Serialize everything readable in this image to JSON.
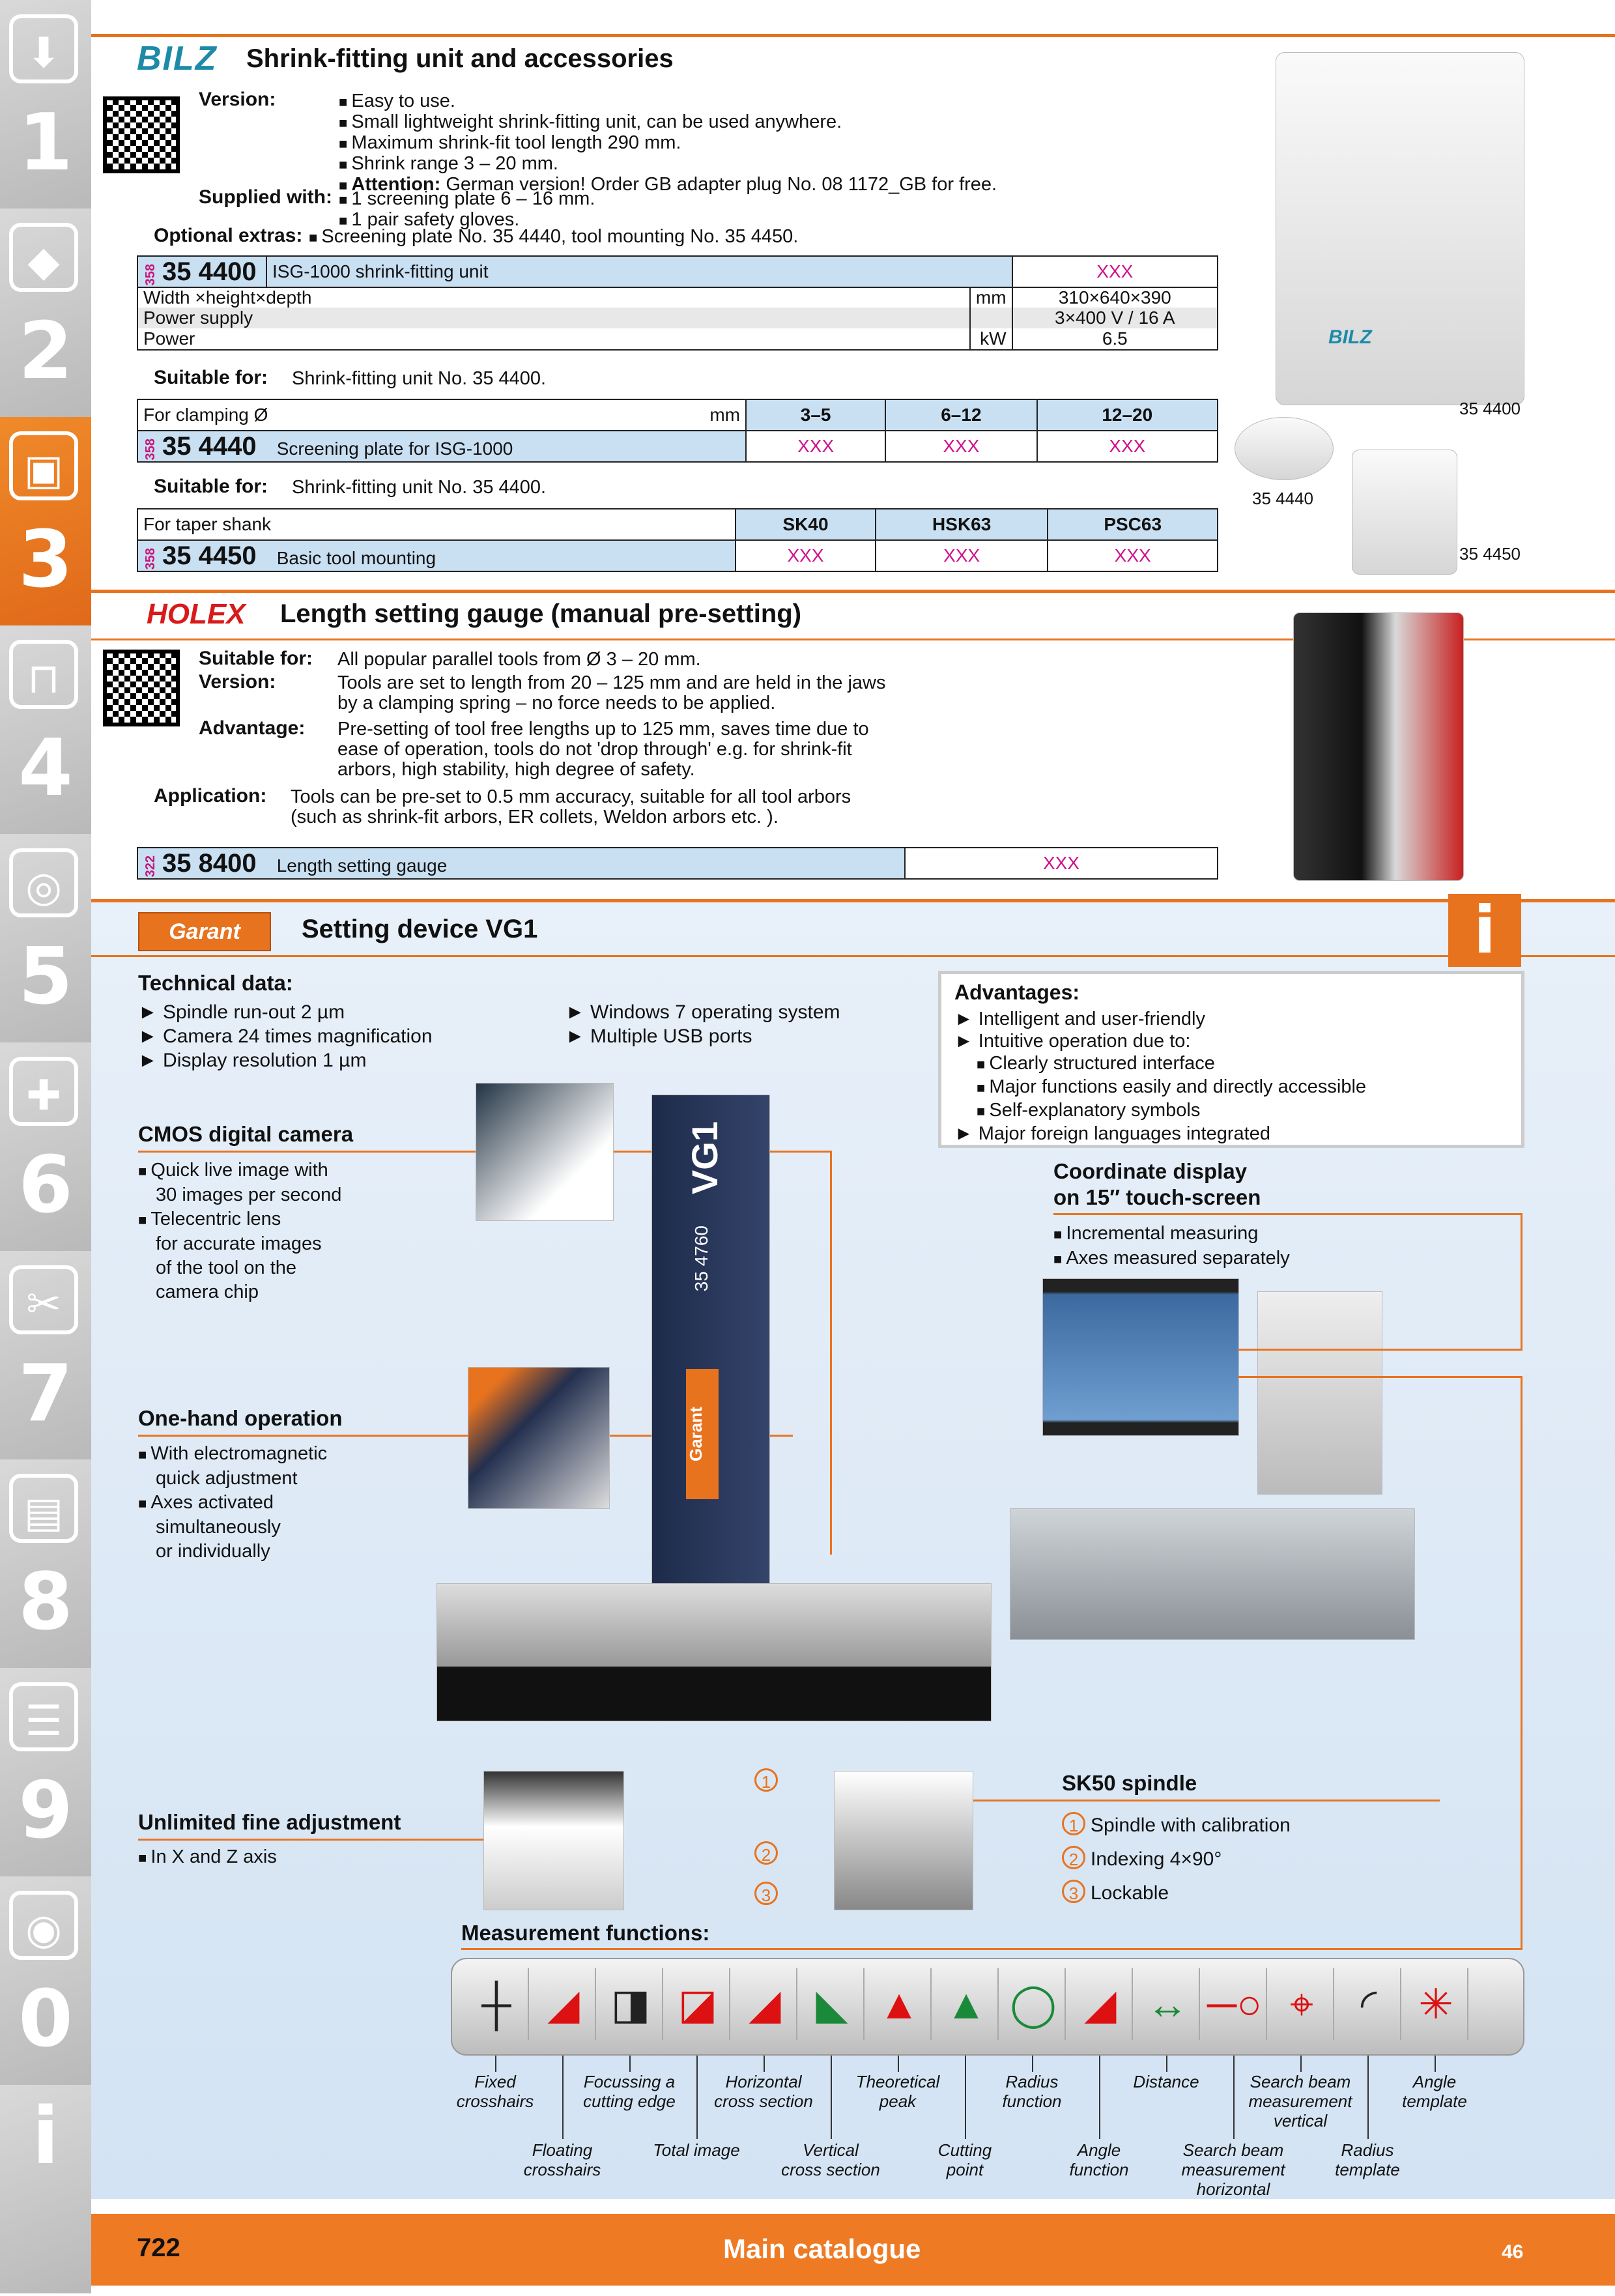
{
  "tabs": [
    {
      "num": "1",
      "icon": "drill-icon"
    },
    {
      "num": "2",
      "icon": "insert-icon"
    },
    {
      "num": "3",
      "icon": "tool-holder-icon",
      "active": true
    },
    {
      "num": "4",
      "icon": "caliper-icon"
    },
    {
      "num": "5",
      "icon": "saw-blade-icon"
    },
    {
      "num": "6",
      "icon": "wrench-icon"
    },
    {
      "num": "7",
      "icon": "pliers-icon"
    },
    {
      "num": "8",
      "icon": "tool-case-icon"
    },
    {
      "num": "9",
      "icon": "cabinet-icon"
    },
    {
      "num": "0",
      "icon": "safety-glasses-icon"
    },
    {
      "num": "i",
      "icon": "info-icon"
    }
  ],
  "bilz": {
    "brand": "BILZ",
    "title": "Shrink-fitting unit and accessories",
    "version_label": "Version:",
    "version_items": [
      "Easy to use.",
      "Small lightweight shrink-fitting unit, can be used anywhere.",
      "Maximum shrink-fit tool length 290 mm.",
      "Shrink range 3 – 20 mm."
    ],
    "attention_label": "Attention:",
    "attention_text": "German version! Order GB adapter plug No. 08 1172_GB for free.",
    "supplied_label": "Supplied with:",
    "supplied_items": [
      "1 screening plate 6 – 16 mm.",
      "1 pair safety gloves."
    ],
    "optional_label": "Optional extras:",
    "optional_text": "Screening plate No. 35 4440, tool mounting No. 35 4450.",
    "table1": {
      "page_ref": "358",
      "code": "35 4400",
      "name": "ISG-1000 shrink-fitting unit",
      "price": "XXX",
      "rows": [
        {
          "label": "Width ×height×depth",
          "unit": "mm",
          "value": "310×640×390"
        },
        {
          "label": "Power supply",
          "unit": "",
          "value": "3×400 V / 16 A"
        },
        {
          "label": "Power",
          "unit": "kW",
          "value": "6.5"
        }
      ]
    },
    "suitable1_label": "Suitable for:",
    "suitable1_text": "Shrink-fitting unit No. 35 4400.",
    "table2": {
      "head_label": "For clamping Ø",
      "head_unit": "mm",
      "cols": [
        "3–5",
        "6–12",
        "12–20"
      ],
      "page_ref": "358",
      "code": "35 4440",
      "name": "Screening plate for ISG-1000",
      "prices": [
        "XXX",
        "XXX",
        "XXX"
      ]
    },
    "suitable2_label": "Suitable for:",
    "suitable2_text": "Shrink-fitting unit No. 35 4400.",
    "table3": {
      "head_label": "For taper shank",
      "cols": [
        "SK40",
        "HSK63",
        "PSC63"
      ],
      "page_ref": "358",
      "code": "35 4450",
      "name": "Basic tool mounting",
      "prices": [
        "XXX",
        "XXX",
        "XXX"
      ]
    },
    "img_labels": [
      "35 4400",
      "35 4440",
      "35 4450"
    ],
    "img_brand": "BILZ"
  },
  "holex": {
    "brand": "HOLEX",
    "title": "Length setting gauge (manual pre-setting)",
    "suitable_label": "Suitable for:",
    "suitable_text": "All popular parallel tools from Ø 3 – 20 mm.",
    "version_label": "Version:",
    "version_lines": [
      "Tools are set to length from 20 – 125 mm and are held in the jaws",
      "by a clamping spring – no force needs to be applied."
    ],
    "advantage_label": "Advantage:",
    "advantage_lines": [
      "Pre-setting of tool free lengths up to 125 mm, saves time due to",
      "ease of operation, tools do not 'drop through' e.g. for shrink-fit",
      "arbors, high stability, high degree of safety."
    ],
    "application_label": "Application:",
    "application_lines": [
      "Tools can be pre-set to 0.5 mm accuracy, suitable for all tool arbors",
      "(such as shrink-fit arbors, ER collets, Weldon arbors etc. )."
    ],
    "table": {
      "page_ref": "322",
      "code": "35 8400",
      "name": "Length setting gauge",
      "price": "XXX"
    }
  },
  "vg1": {
    "brand": "Garant",
    "title": "Setting device VG1",
    "info_badge": "i",
    "tech_label": "Technical data:",
    "tech_left": [
      "Spindle run-out 2 µm",
      "Camera 24 times magnification",
      "Display resolution 1 µm"
    ],
    "tech_right": [
      "Windows 7 operating system",
      "Multiple USB ports"
    ],
    "adv_label": "Advantages:",
    "adv_items": [
      {
        "t": "Intelligent and user-friendly",
        "lvl": 1
      },
      {
        "t": "Intuitive operation due to:",
        "lvl": 1
      },
      {
        "t": "Clearly structured interface",
        "lvl": 2
      },
      {
        "t": "Major functions easily and directly accessible",
        "lvl": 2
      },
      {
        "t": "Self-explanatory symbols",
        "lvl": 2
      },
      {
        "t": "Major foreign languages integrated",
        "lvl": 1
      }
    ],
    "cmos_title": "CMOS digital camera",
    "cmos_items": [
      [
        "Quick live image with",
        "30 images per second"
      ],
      [
        "Telecentric lens",
        "for accurate images",
        "of the tool on the",
        "camera chip"
      ]
    ],
    "onehand_title": "One-hand operation",
    "onehand_items": [
      [
        "With electromagnetic",
        "quick adjustment"
      ],
      [
        "Axes activated",
        "simultaneously",
        "or individually"
      ]
    ],
    "coord_title": [
      "Coordinate display",
      "on 15″ touch-screen"
    ],
    "coord_items": [
      "Incremental measuring",
      "Axes measured separately"
    ],
    "fine_title": "Unlimited fine adjustment",
    "fine_items": [
      "In X and Z axis"
    ],
    "spindle_title": "SK50 spindle",
    "spindle_items": [
      {
        "n": "1",
        "t": "Spindle with calibration"
      },
      {
        "n": "2",
        "t": "Indexing 4×90°"
      },
      {
        "n": "3",
        "t": "Lockable"
      }
    ],
    "machine_text": {
      "model": "VG1",
      "code": "35 4760",
      "brand": "Garant"
    },
    "meas_title": "Measurement functions:",
    "meas_top": [
      {
        "t": [
          "Fixed",
          "crosshairs"
        ]
      },
      {
        "t": [
          "Focussing a",
          "cutting edge"
        ]
      },
      {
        "t": [
          "Horizontal",
          "cross section"
        ]
      },
      {
        "t": [
          "Theoretical",
          "peak"
        ]
      },
      {
        "t": [
          "Radius",
          "function"
        ]
      },
      {
        "t": [
          "Distance"
        ]
      },
      {
        "t": [
          "Search beam",
          "measurement",
          "vertical"
        ]
      },
      {
        "t": [
          "Angle",
          "template"
        ]
      }
    ],
    "meas_bottom": [
      {
        "t": [
          "Floating",
          "crosshairs"
        ]
      },
      {
        "t": [
          "Total image"
        ]
      },
      {
        "t": [
          "Vertical",
          "cross section"
        ]
      },
      {
        "t": [
          "Cutting",
          "point"
        ]
      },
      {
        "t": [
          "Angle",
          "function"
        ]
      },
      {
        "t": [
          "Search beam",
          "measurement",
          "horizontal"
        ]
      },
      {
        "t": [
          "Radius",
          "template"
        ]
      }
    ]
  },
  "footer": {
    "page": "722",
    "title": "Main catalogue",
    "right": "46"
  },
  "colors": {
    "accent": "#e8731f",
    "table_blue": "#c9dff2",
    "price": "#d0108c",
    "bg_blue": "#dce8f5"
  }
}
